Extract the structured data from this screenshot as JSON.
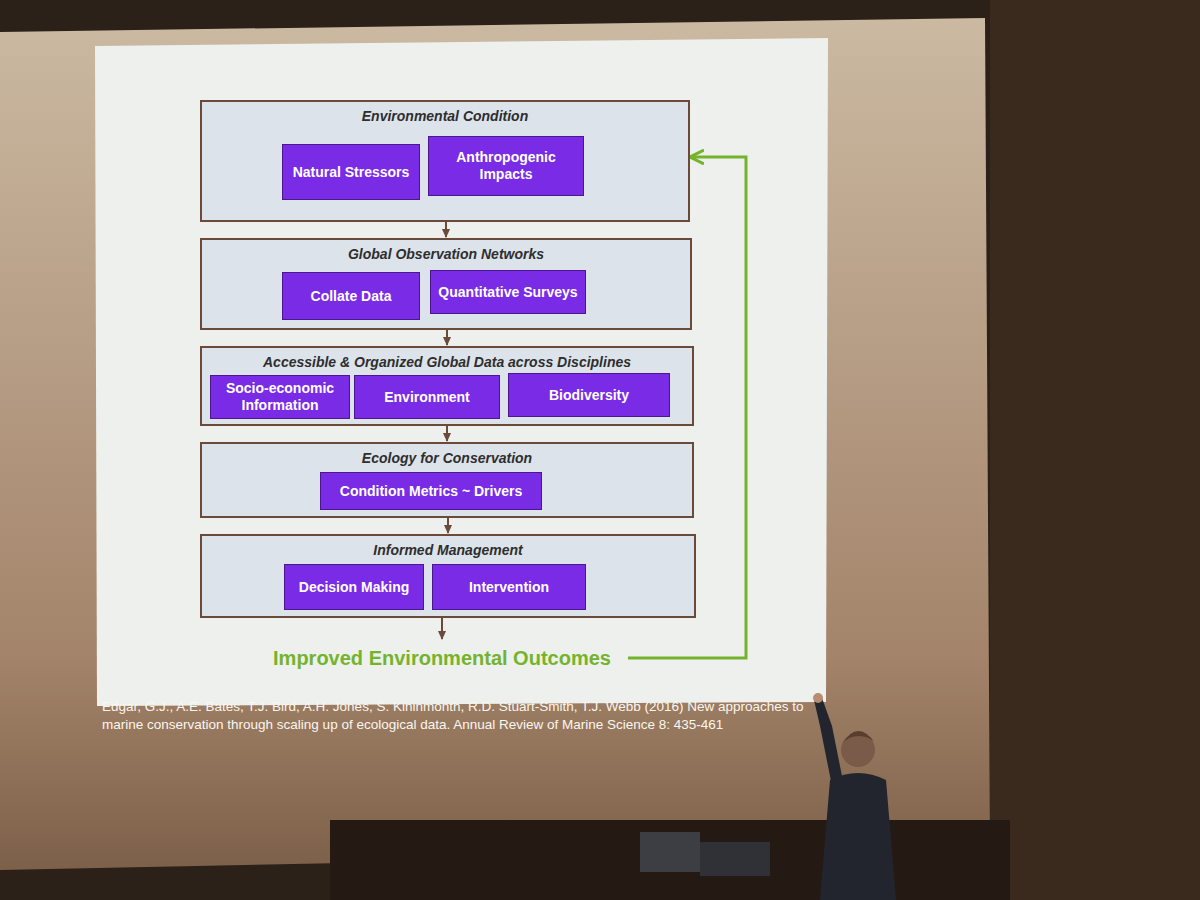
{
  "diagram": {
    "caption": "Edgar, G.J., A.E. Bates, T.J. Bird, A.H. Jones, S. Kininmonth, R.D. Stuart-Smith, T.J. Webb (2016) New approaches to marine conservation through scaling up of ecological data. Annual Review of Marine Science 8: 435-461",
    "nodes": [
      {
        "text": [
          "Environmental Condition"
        ]
      },
      {
        "text": [
          "Natural Stressors"
        ],
        "in": 0
      },
      {
        "text": [
          "Anthropogenic Impacts"
        ],
        "in": 0
      },
      {
        "text": [
          "Global Observation Networks"
        ]
      },
      {
        "text": [
          "Collate Data"
        ],
        "in": 3
      },
      {
        "text": [
          "Quantitative Surveys"
        ],
        "in": 3
      },
      {
        "text": [
          "Accessible & Organized Global Data across Disciplines"
        ]
      },
      {
        "text": [
          "Socio-economic Information"
        ],
        "in": 6
      },
      {
        "text": [
          "Environment"
        ],
        "in": 6
      },
      {
        "text": [
          "Biodiversity"
        ],
        "in": 6
      },
      {
        "text": [
          "Ecology for Conservation"
        ]
      },
      {
        "text": [
          "Condition Metrics ~ Drivers"
        ],
        "in": 10
      },
      {
        "text": [
          "Informed Management"
        ]
      },
      {
        "text": [
          "Decision Making"
        ],
        "in": 12
      },
      {
        "text": [
          "Intervention"
        ],
        "in": 12
      },
      {
        "text": [
          "Improved Environmental Outcomes"
        ]
      }
    ],
    "edges": [
      {
        "from": 0,
        "to": 3,
        "arrow": "to"
      },
      {
        "from": 3,
        "to": 6,
        "arrow": "to"
      },
      {
        "from": 6,
        "to": 10,
        "arrow": "to"
      },
      {
        "from": 10,
        "to": 12,
        "arrow": "to"
      },
      {
        "from": 12,
        "to": 15,
        "arrow": "to"
      },
      {
        "from": 15,
        "to": 0,
        "arrow": "to"
      }
    ]
  }
}
